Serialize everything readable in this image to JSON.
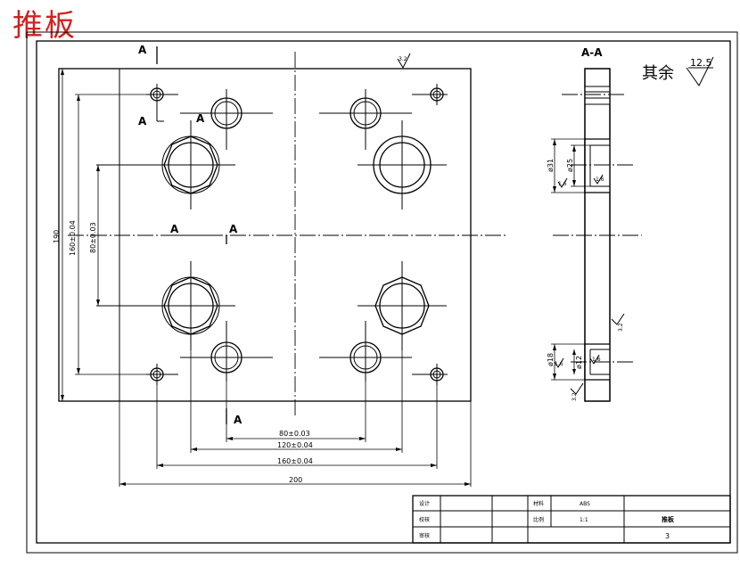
{
  "title": "推板",
  "section_label": "A-A",
  "section_marks": [
    "A",
    "A",
    "A",
    "A",
    "A",
    "A"
  ],
  "rest_finish": {
    "label": "其余",
    "value": "12.5"
  },
  "surface_marks": [
    "3.2",
    "3.2",
    "3.2",
    "1.6",
    "1.6",
    "1.6",
    "1.6"
  ],
  "dimensions": {
    "width": "200",
    "height": "190",
    "d_160v": "160±0.04",
    "d_80v": "80±0.03",
    "d_80h": "80±0.03",
    "d_120h": "120±0.04",
    "d_160h": "160±0.04",
    "phi31": "ø31",
    "phi25": "ø25",
    "phi18": "ø18",
    "phi12": "ø12"
  },
  "title_block": {
    "design_label": "设计",
    "check_label": "校核",
    "review_label": "审核",
    "material_label": "材料",
    "material_value": "ABS",
    "scale_label": "比例",
    "scale_value": "1:1",
    "part_name": "推板",
    "sheet_no": "3"
  }
}
